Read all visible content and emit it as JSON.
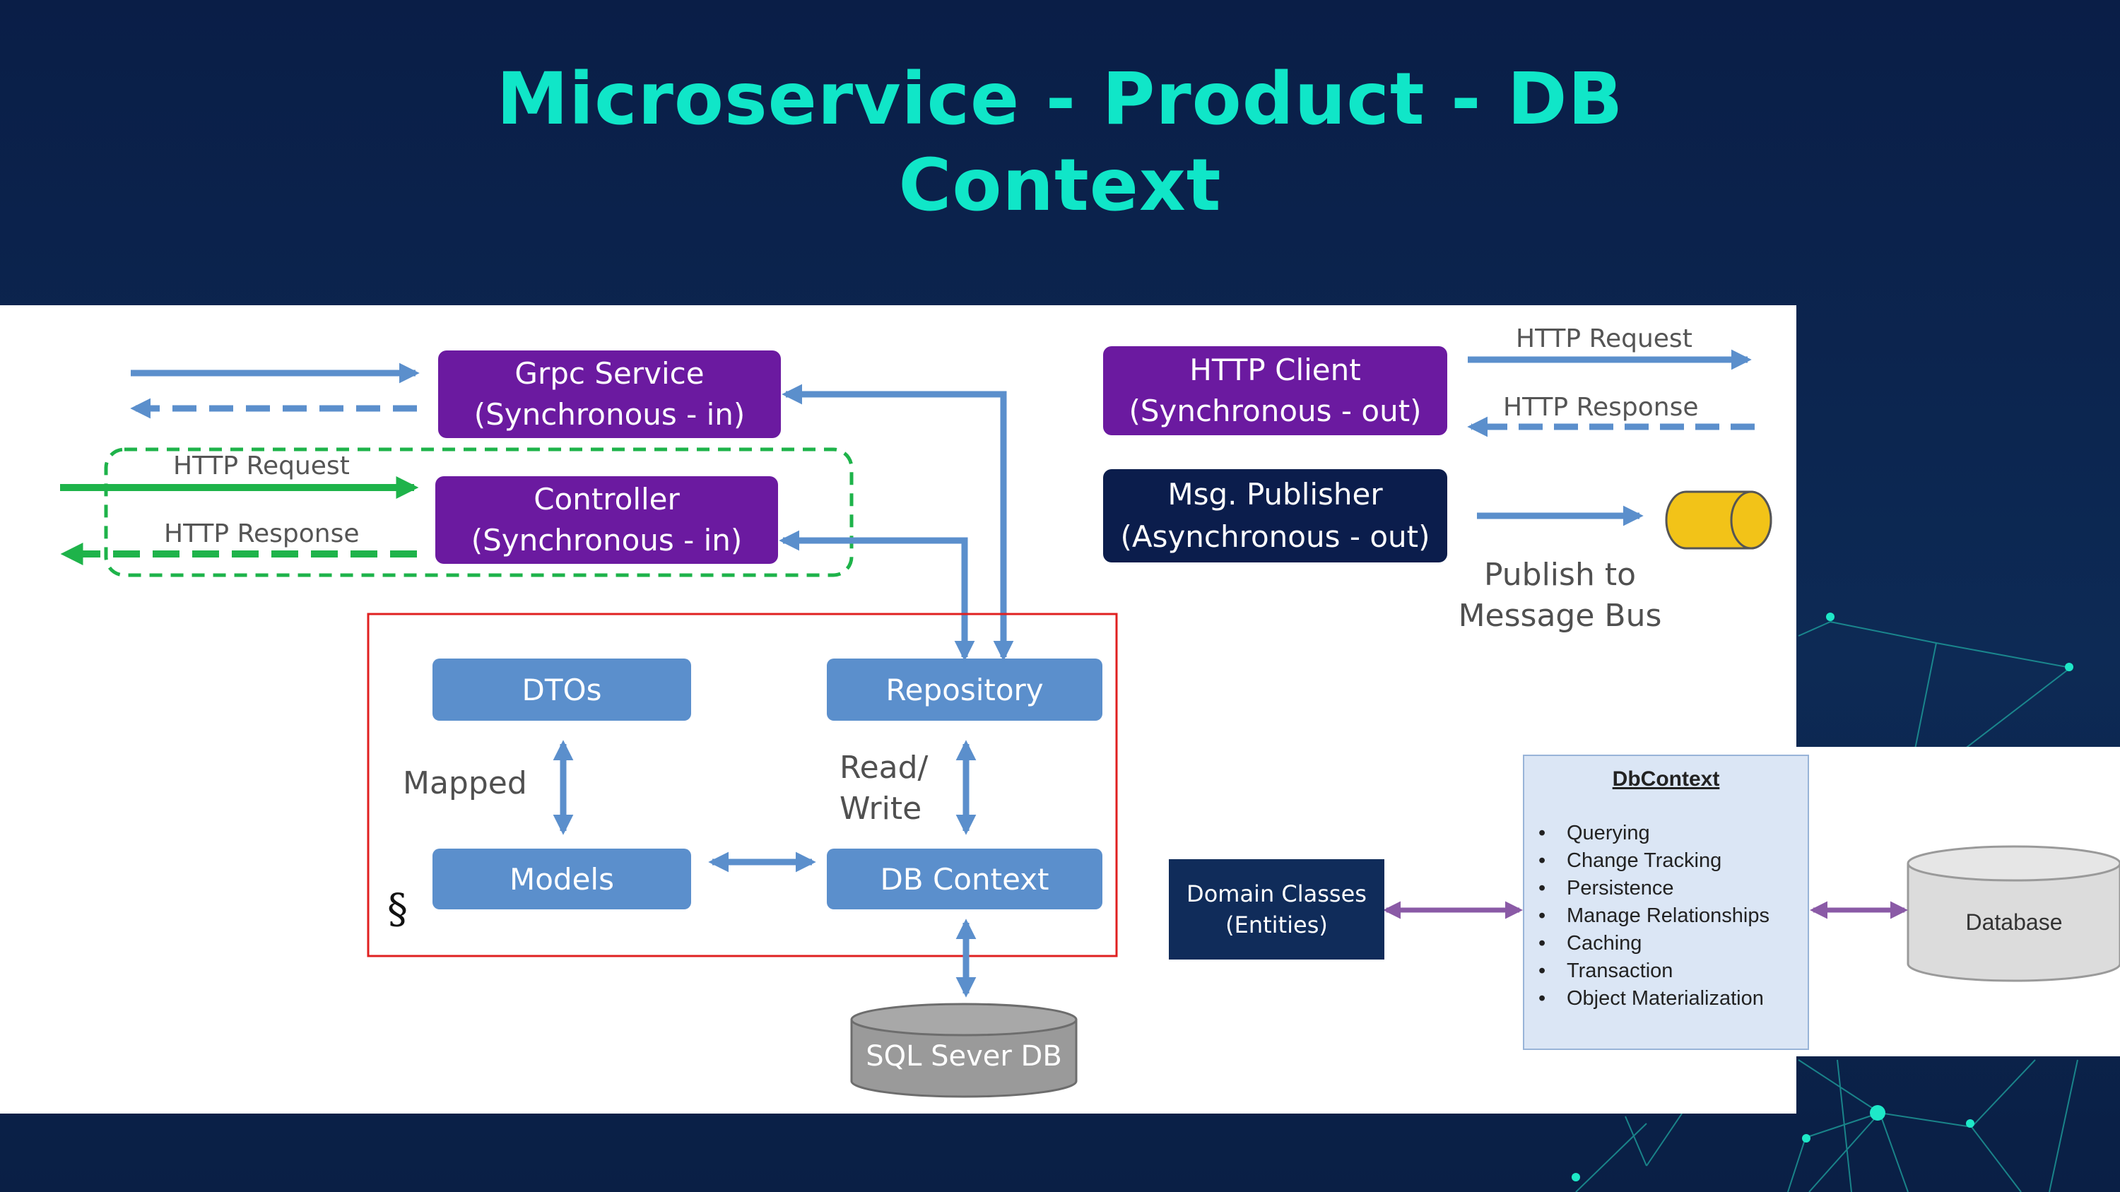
{
  "title": {
    "line1": "Microservice - Product - DB",
    "line2": "Context"
  },
  "boxes": {
    "grpc": {
      "line1": "Grpc Service",
      "line2": "(Synchronous - in)"
    },
    "controller": {
      "line1": "Controller",
      "line2": "(Synchronous - in)"
    },
    "http_client": {
      "line1": "HTTP Client",
      "line2": "(Synchronous - out)"
    },
    "msg_publisher": {
      "line1": "Msg. Publisher",
      "line2": "(Asynchronous - out)"
    },
    "dtos": "DTOs",
    "repository": "Repository",
    "models": "Models",
    "db_context": "DB Context",
    "sql_db": "SQL Sever DB",
    "domain_classes": {
      "line1": "Domain Classes",
      "line2": "(Entities)"
    },
    "database": "Database"
  },
  "labels": {
    "http_request_in": "HTTP Request",
    "http_response_in": "HTTP Response",
    "http_request_out": "HTTP Request",
    "http_response_out": "HTTP Response",
    "publish_line1": "Publish to",
    "publish_line2": "Message Bus",
    "mapped": "Mapped",
    "read_write_line1": "Read/",
    "read_write_line2": "Write",
    "section_mark": "§"
  },
  "dbcontext_card": {
    "heading": "DbContext",
    "items": [
      "Querying",
      "Change Tracking",
      "Persistence",
      "Manage  Relationships",
      "Caching",
      "Transaction",
      "Object  Materialization"
    ]
  },
  "colors": {
    "title": "#10e6c8",
    "purple": "#6b1aa0",
    "navy": "#0b1d4c",
    "blue_box": "#5b8fcc",
    "arrow_blue": "#5b8fcc",
    "arrow_green": "#1eb34a",
    "arrow_purple": "#8a5aa6",
    "highlight_red": "#e02020",
    "cylinder_yellow": "#f2c318",
    "cylinder_gray": "#9a9a9a"
  }
}
